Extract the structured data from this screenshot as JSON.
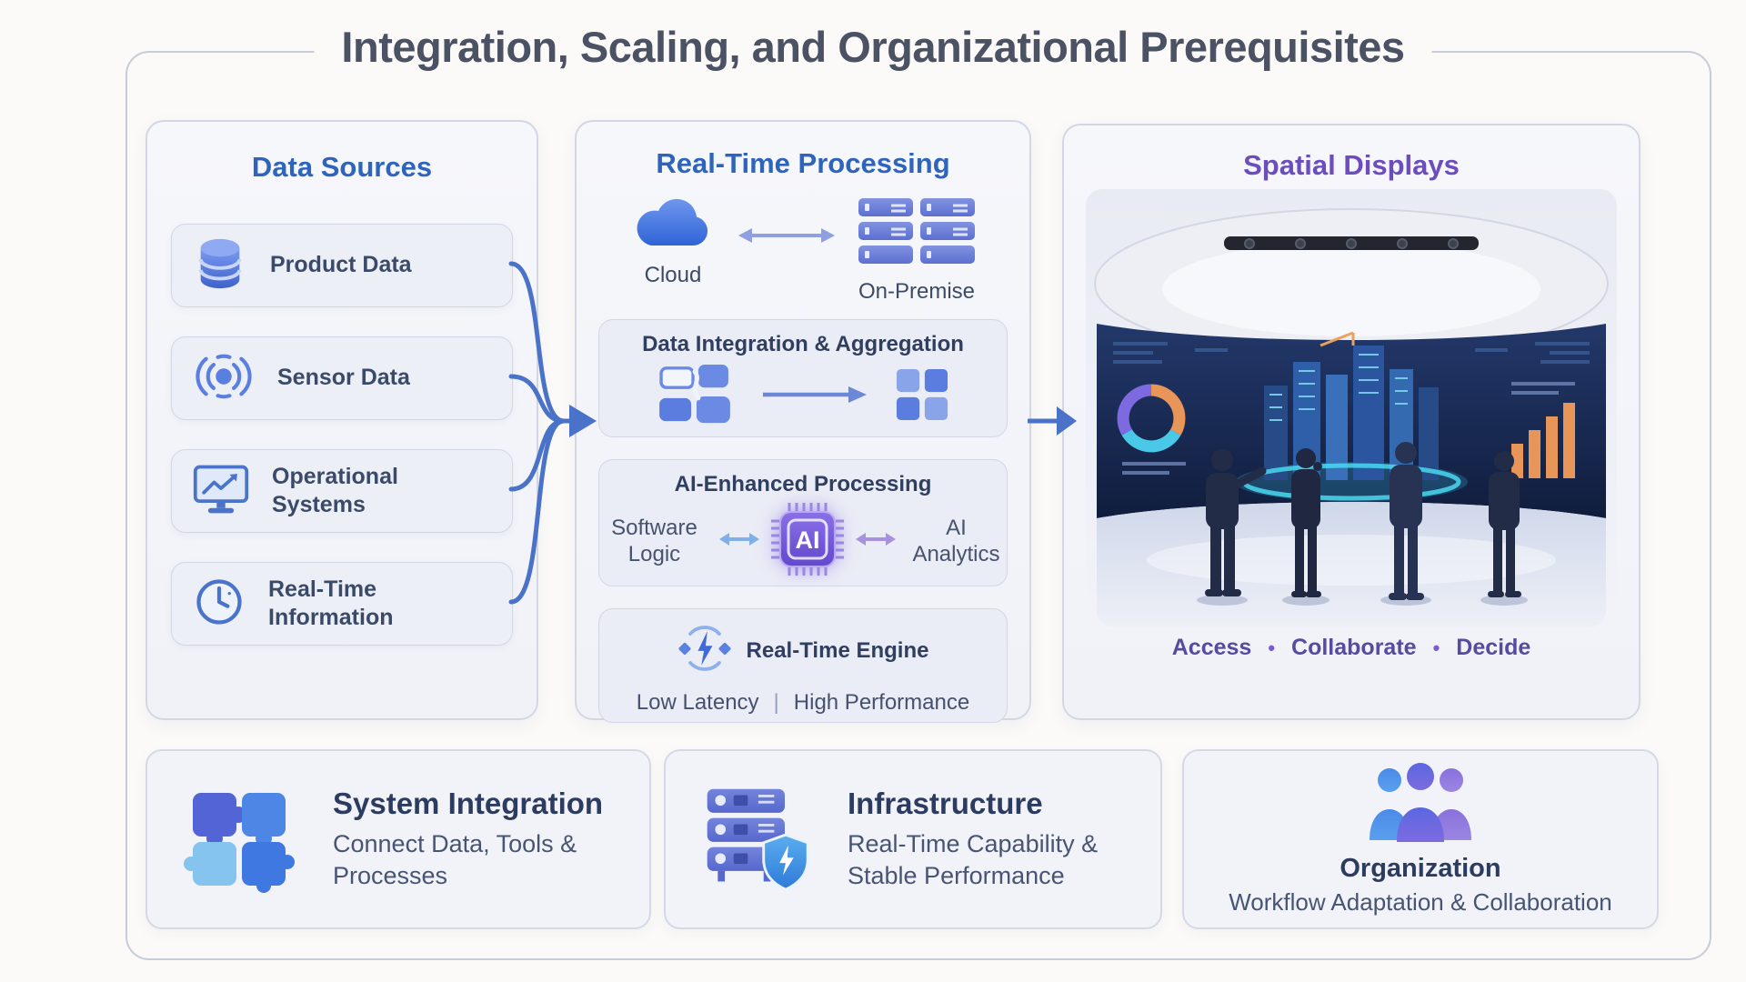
{
  "page": {
    "title": "Integration, Scaling, and Organizational Prerequisites"
  },
  "data_sources": {
    "title": "Data Sources",
    "items": [
      {
        "icon": "database-icon",
        "label": "Product Data"
      },
      {
        "icon": "sensor-icon",
        "label": "Sensor Data"
      },
      {
        "icon": "monitor-chart-icon",
        "label": "Operational Systems"
      },
      {
        "icon": "clock-icon",
        "label": "Real-Time Information"
      }
    ]
  },
  "processing": {
    "title": "Real-Time Processing",
    "cloud_label": "Cloud",
    "on_premise_label": "On-Premise",
    "integration_box": {
      "title": "Data Integration & Aggregation"
    },
    "ai_box": {
      "title": "AI-Enhanced Processing",
      "left_label": "Software Logic",
      "chip_label": "AI",
      "right_label": "AI Analytics"
    },
    "engine_box": {
      "title": "Real-Time Engine",
      "stat_left": "Low Latency",
      "stat_divider": "|",
      "stat_right": "High Performance"
    }
  },
  "spatial": {
    "title": "Spatial Displays",
    "caption_words": [
      "Access",
      "Collaborate",
      "Decide"
    ],
    "caption_separator": "•"
  },
  "bottom_cards": [
    {
      "icon": "puzzle-icon",
      "title": "System Integration",
      "subtitle": "Connect Data, Tools & Processes"
    },
    {
      "icon": "server-shield-icon",
      "title": "Infrastructure",
      "subtitle": "Real-Time Capability & Stable Performance"
    },
    {
      "icon": "team-icon",
      "title": "Organization",
      "subtitle": "Workflow Adaptation & Collaboration"
    }
  ],
  "colors": {
    "accent_blue": "#2e64bb",
    "accent_purple": "#6b4dbe",
    "text_dark": "#2c3c60",
    "arrow_blue": "#4a72c8"
  }
}
